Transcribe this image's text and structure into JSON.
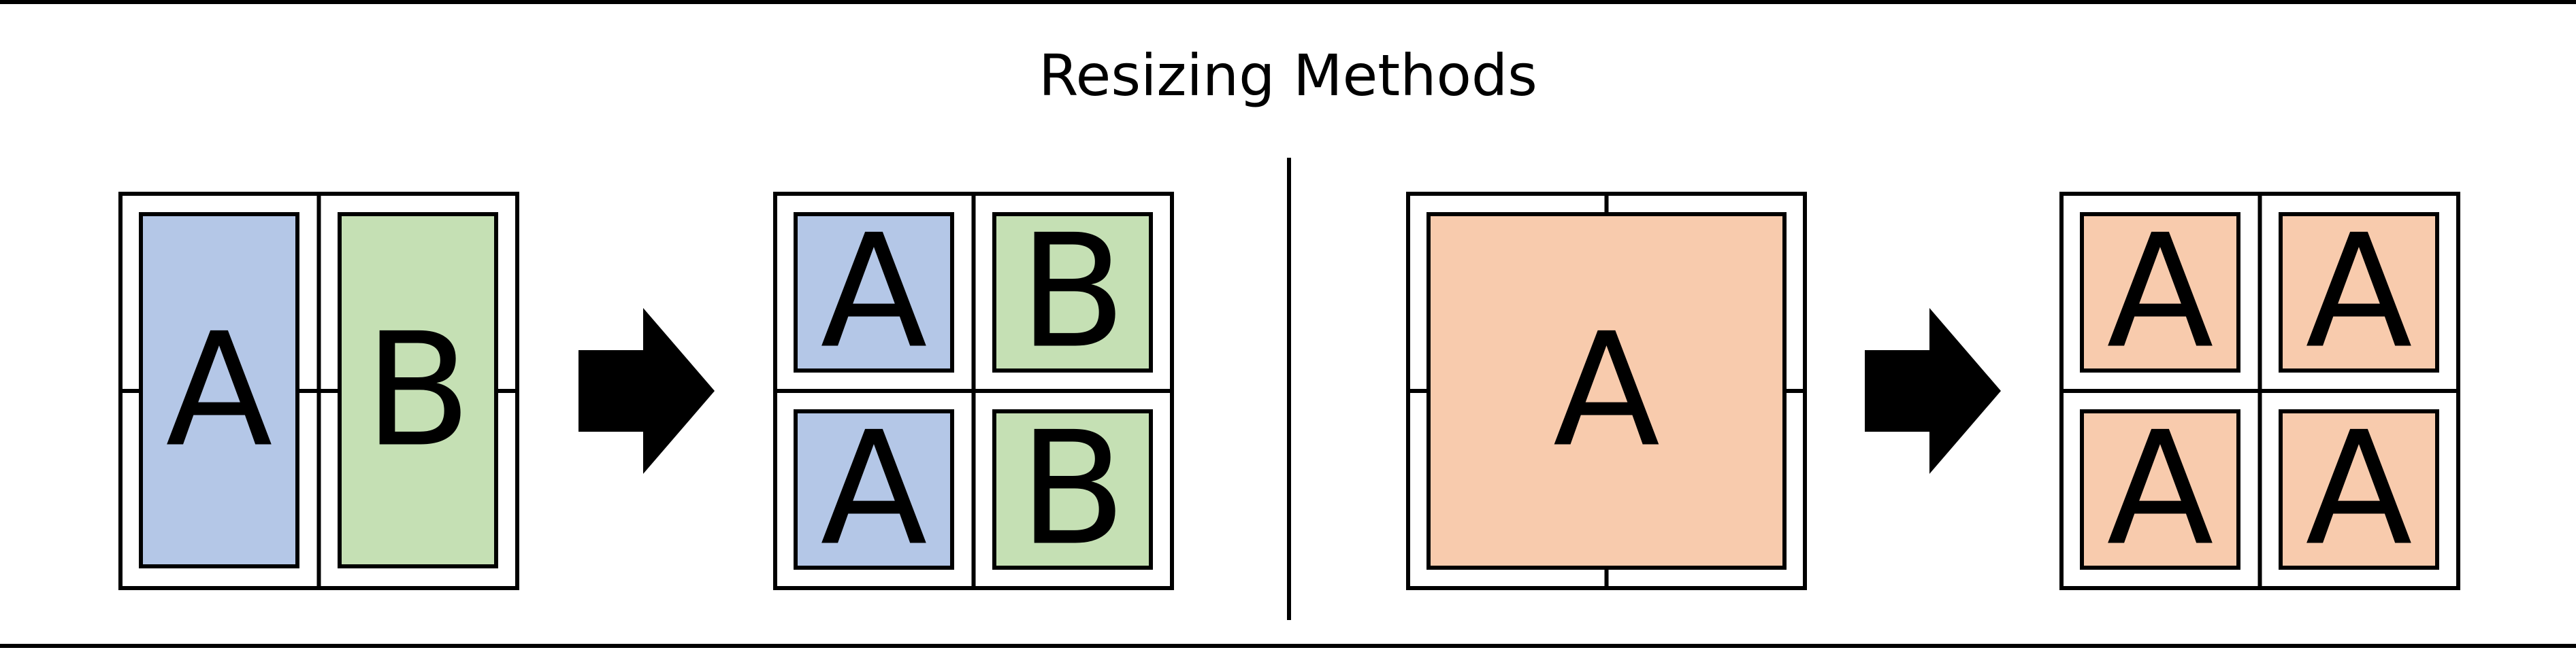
{
  "title": "Resizing Methods",
  "colors": {
    "blue": "#b4c7e7",
    "green": "#c5e0b4",
    "orange": "#f8cbad",
    "stroke": "#000000",
    "background": "#ffffff"
  },
  "groups": [
    {
      "before": {
        "layout": "two-tall",
        "cells": [
          {
            "letter": "A",
            "color": "blue"
          },
          {
            "letter": "B",
            "color": "green"
          }
        ]
      },
      "arrow": "right-arrow",
      "after": {
        "layout": "grid-2x2",
        "cells": [
          {
            "letter": "A",
            "color": "blue"
          },
          {
            "letter": "B",
            "color": "green"
          },
          {
            "letter": "A",
            "color": "blue"
          },
          {
            "letter": "B",
            "color": "green"
          }
        ]
      }
    },
    {
      "before": {
        "layout": "single",
        "cells": [
          {
            "letter": "A",
            "color": "orange"
          }
        ]
      },
      "arrow": "right-arrow",
      "after": {
        "layout": "grid-2x2",
        "cells": [
          {
            "letter": "A",
            "color": "orange"
          },
          {
            "letter": "A",
            "color": "orange"
          },
          {
            "letter": "A",
            "color": "orange"
          },
          {
            "letter": "A",
            "color": "orange"
          }
        ]
      }
    }
  ]
}
